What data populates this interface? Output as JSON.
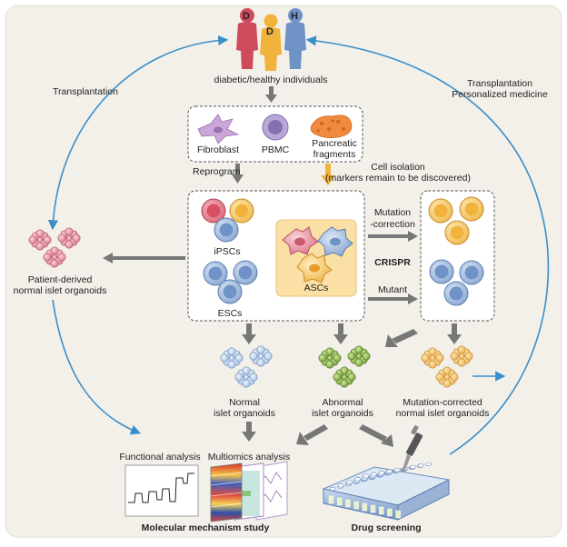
{
  "people": {
    "caption": "diabetic/healthy individuals",
    "letters": [
      "D",
      "D",
      "H"
    ]
  },
  "left_arc": {
    "label": "Transplantation"
  },
  "right_arc": {
    "label_line1": "Transplantation",
    "label_line2": "Personalized medicine"
  },
  "sources": {
    "fibroblast": "Fibroblast",
    "pbmc": "PBMC",
    "pancreatic_line1": "Pancreatic",
    "pancreatic_line2": "fragments"
  },
  "reprogram": "Reprogram",
  "cell_isolation": {
    "line1": "Cell isolation",
    "line2": "(markers remain to be discovered)"
  },
  "stem_cells": {
    "ipscs": "iPSCs",
    "escs": "ESCs",
    "ascs": "ASCs"
  },
  "editing": {
    "mutation_line1": "Mutation",
    "mutation_line2": "-correction",
    "crispr": "CRISPR",
    "mutant": "Mutant"
  },
  "patient_organoids": {
    "line1": "Patient-derived",
    "line2": "normal islet organoids"
  },
  "organoids": {
    "normal_line1": "Normal",
    "normal_line2": "islet organoids",
    "abnormal_line1": "Abnormal",
    "abnormal_line2": "islet organoids",
    "corrected_line1": "Mutation-corrected",
    "corrected_line2": "normal islet organoids"
  },
  "analysis": {
    "functional": "Functional analysis",
    "multiomics": "Multiomics analysis",
    "molecular": "Molecular mechanism study",
    "drug": "Drug screening"
  },
  "colors": {
    "frame_bg": "#f3f0ea",
    "arc_blue": "#3a8fc8",
    "red": "#cf4a5a",
    "yellow": "#f2b33c",
    "blue": "#6f93c6",
    "pink": "#e28a9b",
    "green": "#79a83f",
    "orange_arrow": "#f3b23c",
    "gray_arrow": "#777777"
  }
}
